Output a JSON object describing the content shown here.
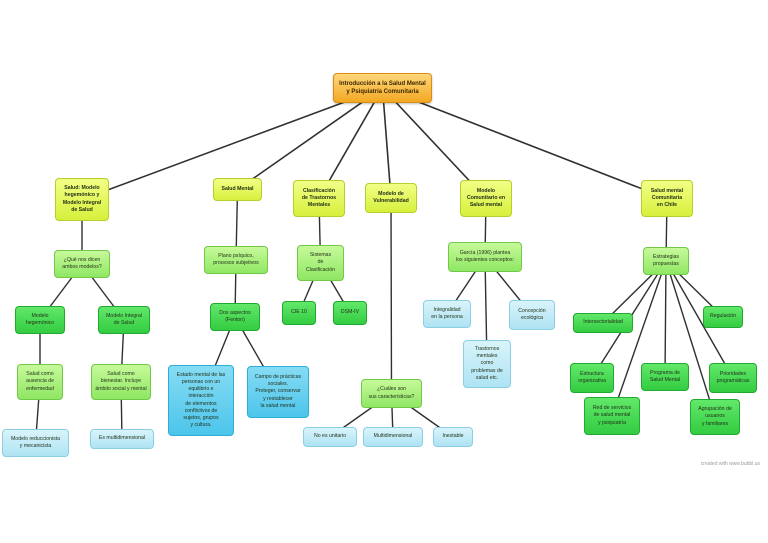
{
  "root": {
    "text": "Introducción a la Salud Mental\ny Psiquiatría Comunitaria"
  },
  "level1": [
    {
      "text": "Salud: Modelo\nhegemónico y\nModelo Integral\nde Salud"
    },
    {
      "text": "Salud Mental"
    },
    {
      "text": "Clasificación\nde Trastornos\nMentales"
    },
    {
      "text": "Modelo de\nVulnerabilidad"
    },
    {
      "text": "Modelo\nComunitario en\nSalud mental"
    },
    {
      "text": "Salud mental\nComunitaria\nen Chile"
    }
  ],
  "column1": {
    "question": "¿Qué nos dicen\nambos modelos?",
    "hegemonico": "Modelo\nhegemónico",
    "integral": "Modelo Integral\nde Salud",
    "ausencia": "Salud como\nausencia de\nenfermedad",
    "bienestar": "Salud como\nbienestar. Incluye\námbito social y mental",
    "reduccionista": "Modelo reduccionista\ny mecanicista",
    "multidimensional": "Es multidimensional"
  },
  "column2": {
    "plano": "Plano psíquico,\nprocesos subjetivos",
    "aspectos": "Dos aspectos\n(Fenton)",
    "estado": "Estado mental de las\npersonas con un\nequilibrio e\ninteracción\nde elementos\nconflictivos de\nsujetos, grupos\ny cultura.",
    "campo": "Campo de prácticas\nsociales.\nProteger, conservar\ny restablecer\nla salud mental"
  },
  "column3": {
    "sistemas": "Sistemas\nde\nClasificación",
    "cie": "CIE 10",
    "dsm": "DSM-IV"
  },
  "column4": {
    "caracteristicas": "¿Cuáles son\nsus características?",
    "unitario": "No es unitario",
    "multidimensional": "Multidimensional",
    "inestable": "Inestable"
  },
  "column5": {
    "garcia": "García (1996) plantea\nlos siguientes conceptos:",
    "integralidad": "Integralidad\nen la persona",
    "trastornos": "Trastornos\nmentales\ncomo\nproblemas de\nsalud etc.",
    "ecologica": "Concepción\necológica"
  },
  "column6": {
    "estrategias": "Estrategias\npropuestas",
    "intersectorialidad": "Intersectorialidad",
    "regulacion": "Regulación",
    "estructura": "Estructura\norganizativa",
    "programa": "Programa de\nSalud Mental",
    "prioridades": "Prioridades\nprogramáticas",
    "red": "Red de servicios\nde salud mental\ny psiquiatría",
    "agrupacion": "Agrupación de\nusuarios\ny familiares"
  },
  "credit": "created with www.bubbl.us",
  "colors": {
    "line": "#2f3030",
    "root": "#f3a823",
    "level1": "#e0f54a",
    "level2": "#a5ee7c",
    "level3": "#3fd34b",
    "blue": "#bde8f6"
  }
}
